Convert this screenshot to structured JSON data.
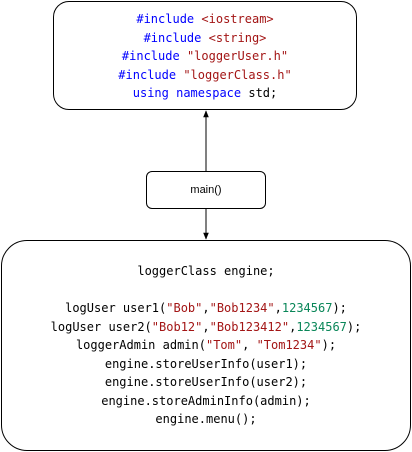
{
  "colors": {
    "keyword": "#0000ff",
    "string": "#a31515",
    "number": "#098658",
    "plain": "#000000"
  },
  "top_box": {
    "lines": [
      [
        {
          "t": "#include ",
          "c": "keyword"
        },
        {
          "t": "<iostream>",
          "c": "string"
        }
      ],
      [
        {
          "t": "#include ",
          "c": "keyword"
        },
        {
          "t": "<string>",
          "c": "string"
        }
      ],
      [
        {
          "t": "#include ",
          "c": "keyword"
        },
        {
          "t": "\"loggerUser.h\"",
          "c": "string"
        }
      ],
      [
        {
          "t": "#include ",
          "c": "keyword"
        },
        {
          "t": "\"loggerClass.h\"",
          "c": "string"
        }
      ],
      [
        {
          "t": "using namespace ",
          "c": "keyword"
        },
        {
          "t": "std;",
          "c": "plain"
        }
      ]
    ]
  },
  "main_box": {
    "label": "main()"
  },
  "bottom_box": {
    "lines": [
      [
        {
          "t": "loggerClass engine;",
          "c": "plain"
        }
      ],
      [],
      [
        {
          "t": "logUser user1(",
          "c": "plain"
        },
        {
          "t": "\"Bob\"",
          "c": "string"
        },
        {
          "t": ",",
          "c": "plain"
        },
        {
          "t": "\"Bob1234\"",
          "c": "string"
        },
        {
          "t": ",",
          "c": "plain"
        },
        {
          "t": "1234567",
          "c": "number"
        },
        {
          "t": ");",
          "c": "plain"
        }
      ],
      [
        {
          "t": "logUser user2(",
          "c": "plain"
        },
        {
          "t": "\"Bob12\"",
          "c": "string"
        },
        {
          "t": ",",
          "c": "plain"
        },
        {
          "t": "\"Bob123412\"",
          "c": "string"
        },
        {
          "t": ",",
          "c": "plain"
        },
        {
          "t": "1234567",
          "c": "number"
        },
        {
          "t": ");",
          "c": "plain"
        }
      ],
      [
        {
          "t": "loggerAdmin admin(",
          "c": "plain"
        },
        {
          "t": "\"Tom\"",
          "c": "string"
        },
        {
          "t": ", ",
          "c": "plain"
        },
        {
          "t": "\"Tom1234\"",
          "c": "string"
        },
        {
          "t": ");",
          "c": "plain"
        }
      ],
      [
        {
          "t": "engine.storeUserInfo(user1);",
          "c": "plain"
        }
      ],
      [
        {
          "t": "engine.storeUserInfo(user2);",
          "c": "plain"
        }
      ],
      [
        {
          "t": "engine.storeAdminInfo(admin);",
          "c": "plain"
        }
      ],
      [
        {
          "t": "engine.menu();",
          "c": "plain"
        }
      ]
    ]
  }
}
